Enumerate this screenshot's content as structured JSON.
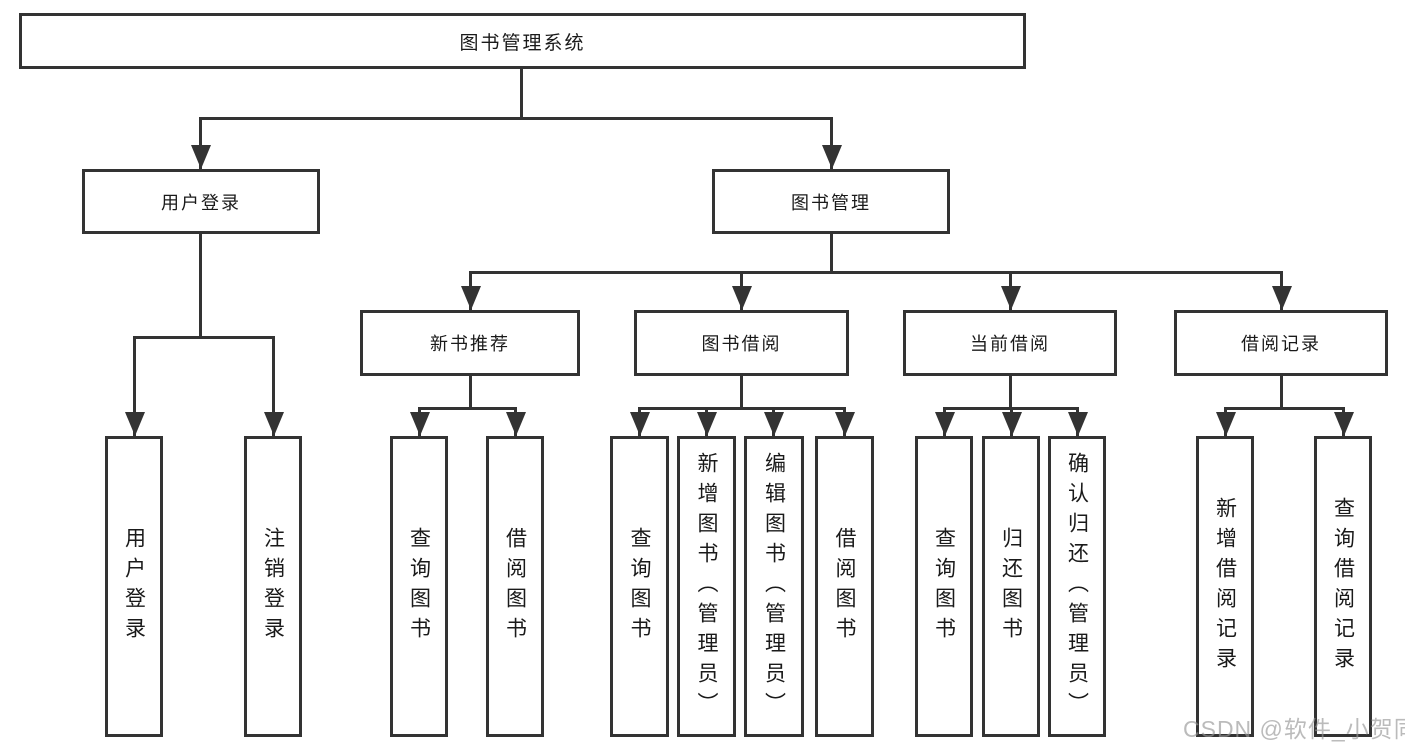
{
  "diagram_title": "图书管理系统",
  "tree": {
    "root": {
      "label": "图书管理系统",
      "children": [
        {
          "label": "用户登录",
          "children": [
            {
              "label": "用户登录"
            },
            {
              "label": "注销登录"
            }
          ]
        },
        {
          "label": "图书管理",
          "children": [
            {
              "label": "新书推荐",
              "children": [
                {
                  "label": "查询图书"
                },
                {
                  "label": "借阅图书"
                }
              ]
            },
            {
              "label": "图书借阅",
              "children": [
                {
                  "label": "查询图书"
                },
                {
                  "label": "新增图书（管理员）"
                },
                {
                  "label": "编辑图书（管理员）"
                },
                {
                  "label": "借阅图书"
                }
              ]
            },
            {
              "label": "当前借阅",
              "children": [
                {
                  "label": "查询图书"
                },
                {
                  "label": "归还图书"
                },
                {
                  "label": "确认归还（管理员）"
                }
              ]
            },
            {
              "label": "借阅记录",
              "children": [
                {
                  "label": "新增借阅记录"
                },
                {
                  "label": "查询借阅记录"
                }
              ]
            }
          ]
        }
      ]
    }
  },
  "watermark": {
    "text": "CSDN @软件_小贺同学"
  },
  "colors": {
    "line": "#333333",
    "box_border": "#333333",
    "text": "#1a1a1a",
    "watermark": "#969696",
    "background": "#ffffff"
  }
}
